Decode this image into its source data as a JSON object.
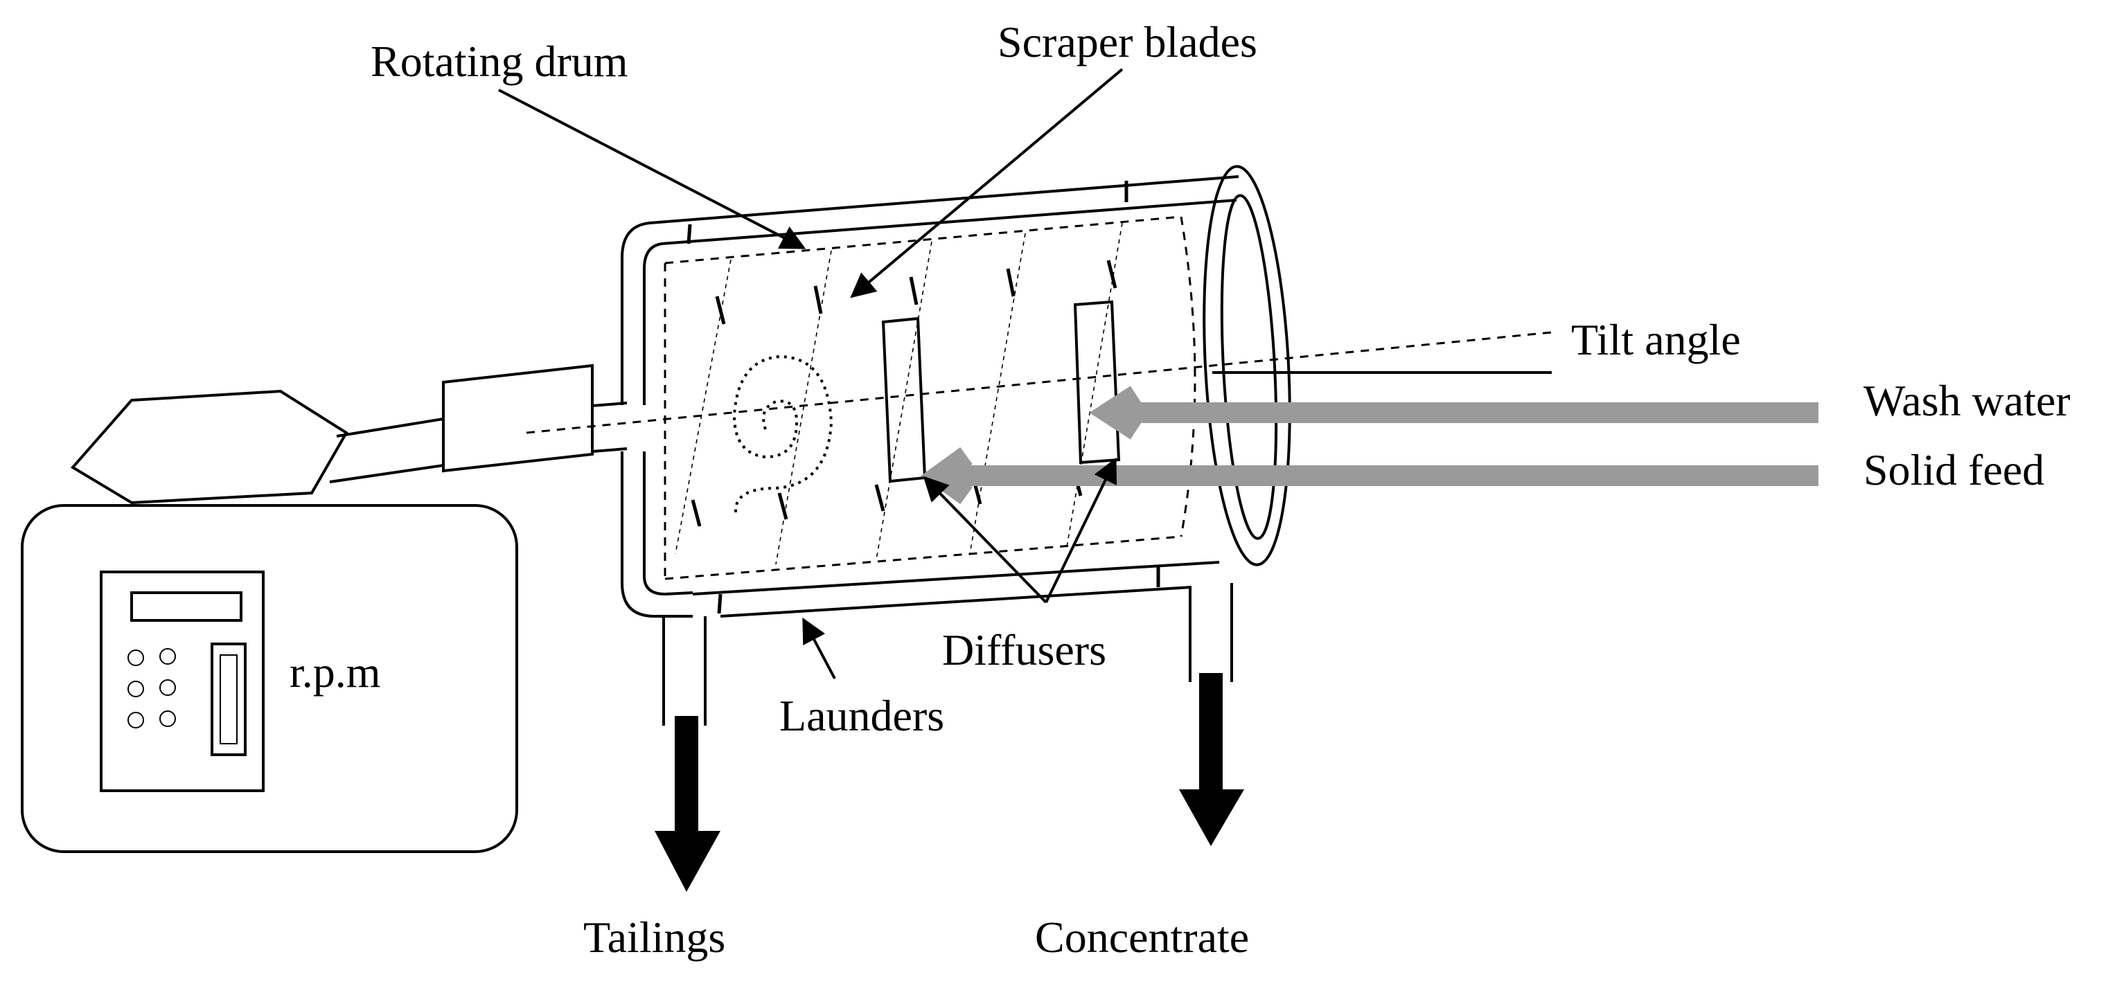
{
  "labels": {
    "rotating_drum": "Rotating drum",
    "scraper_blades": "Scraper blades",
    "tilt_angle": "Tilt angle",
    "wash_water": "Wash water",
    "solid_feed": "Solid feed",
    "rpm": "r.p.m",
    "diffusers": "Diffusers",
    "launders": "Launders",
    "tailings": "Tailings",
    "concentrate": "Concentrate"
  },
  "colors": {
    "line": "#000000",
    "feed_arrow": "#9a9a9a",
    "background": "#ffffff"
  }
}
